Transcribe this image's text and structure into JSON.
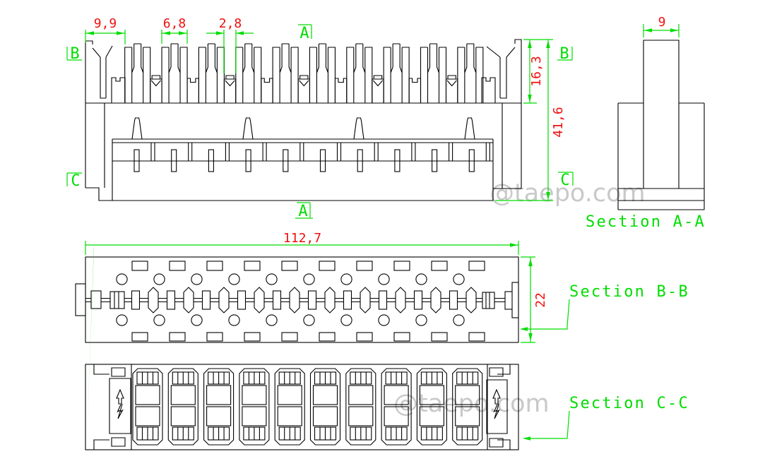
{
  "colors": {
    "background": "#ffffff",
    "line": "#000000",
    "dimension_green": "#00dd00",
    "dimension_text_red": "#f01010",
    "watermark_gray": "#c9c9c9"
  },
  "watermark": {
    "text": "@taepo.com"
  },
  "front_view": {
    "dim_pitch": "9,9",
    "dim_tower_width": "6,8",
    "dim_slot_width": "2,8",
    "dim_comb_height": "16,3",
    "dim_total_height": "41,6",
    "marker_a": "A",
    "marker_b": "B",
    "marker_c": "C"
  },
  "section_aa": {
    "label": "Section A-A",
    "dim_width": "9"
  },
  "section_bb": {
    "label": "Section B-B",
    "dim_length": "112,7",
    "dim_height": "22"
  },
  "section_cc": {
    "label": "Section C-C"
  }
}
